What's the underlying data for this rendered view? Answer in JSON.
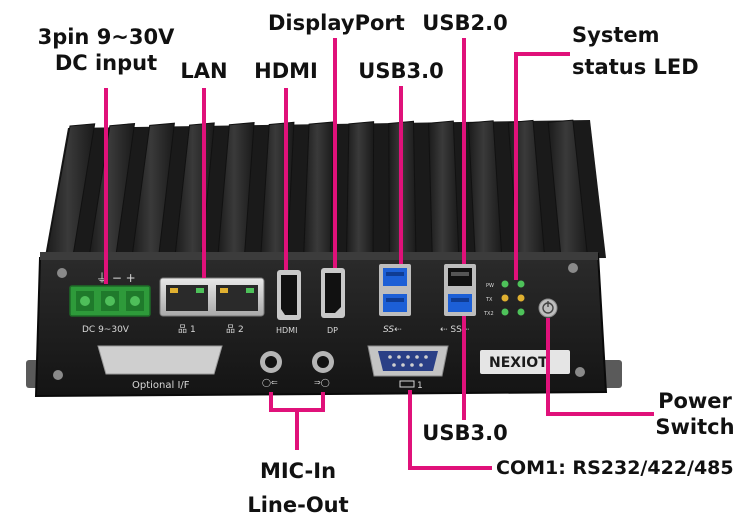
{
  "colors": {
    "leader": "#e0117a",
    "chassis": "#232323",
    "fin": "#2d2d2d",
    "terminal_green": "#2e9a3a",
    "usb3_blue": "#1c5fd6",
    "com_port_blue": "#2a3f86"
  },
  "callouts": {
    "dc_input_line1": "3pin 9~30V",
    "dc_input_line2": "DC input",
    "lan": "LAN",
    "hdmi": "HDMI",
    "displayport": "DisplayPort",
    "usb3_top": "USB3.0",
    "usb2": "USB2.0",
    "system_led_line1": "System",
    "system_led_line2": "status LED",
    "power_line1": "Power",
    "power_line2": "Switch",
    "usb3_bottom": "USB3.0",
    "com1": "COM1: RS232/422/485",
    "audio_line1": "MIC-In",
    "audio_line2": "Line-Out"
  },
  "panel_print": {
    "dc_range": "DC 9~30V",
    "lan1": "1",
    "lan2": "2",
    "hdmi": "HDMI",
    "dp": "DP",
    "optional_if": "Optional I/F",
    "com_number": "1",
    "brand": "NEXIOT",
    "led1": "PW",
    "led2": "TX",
    "led3": "TX2"
  }
}
